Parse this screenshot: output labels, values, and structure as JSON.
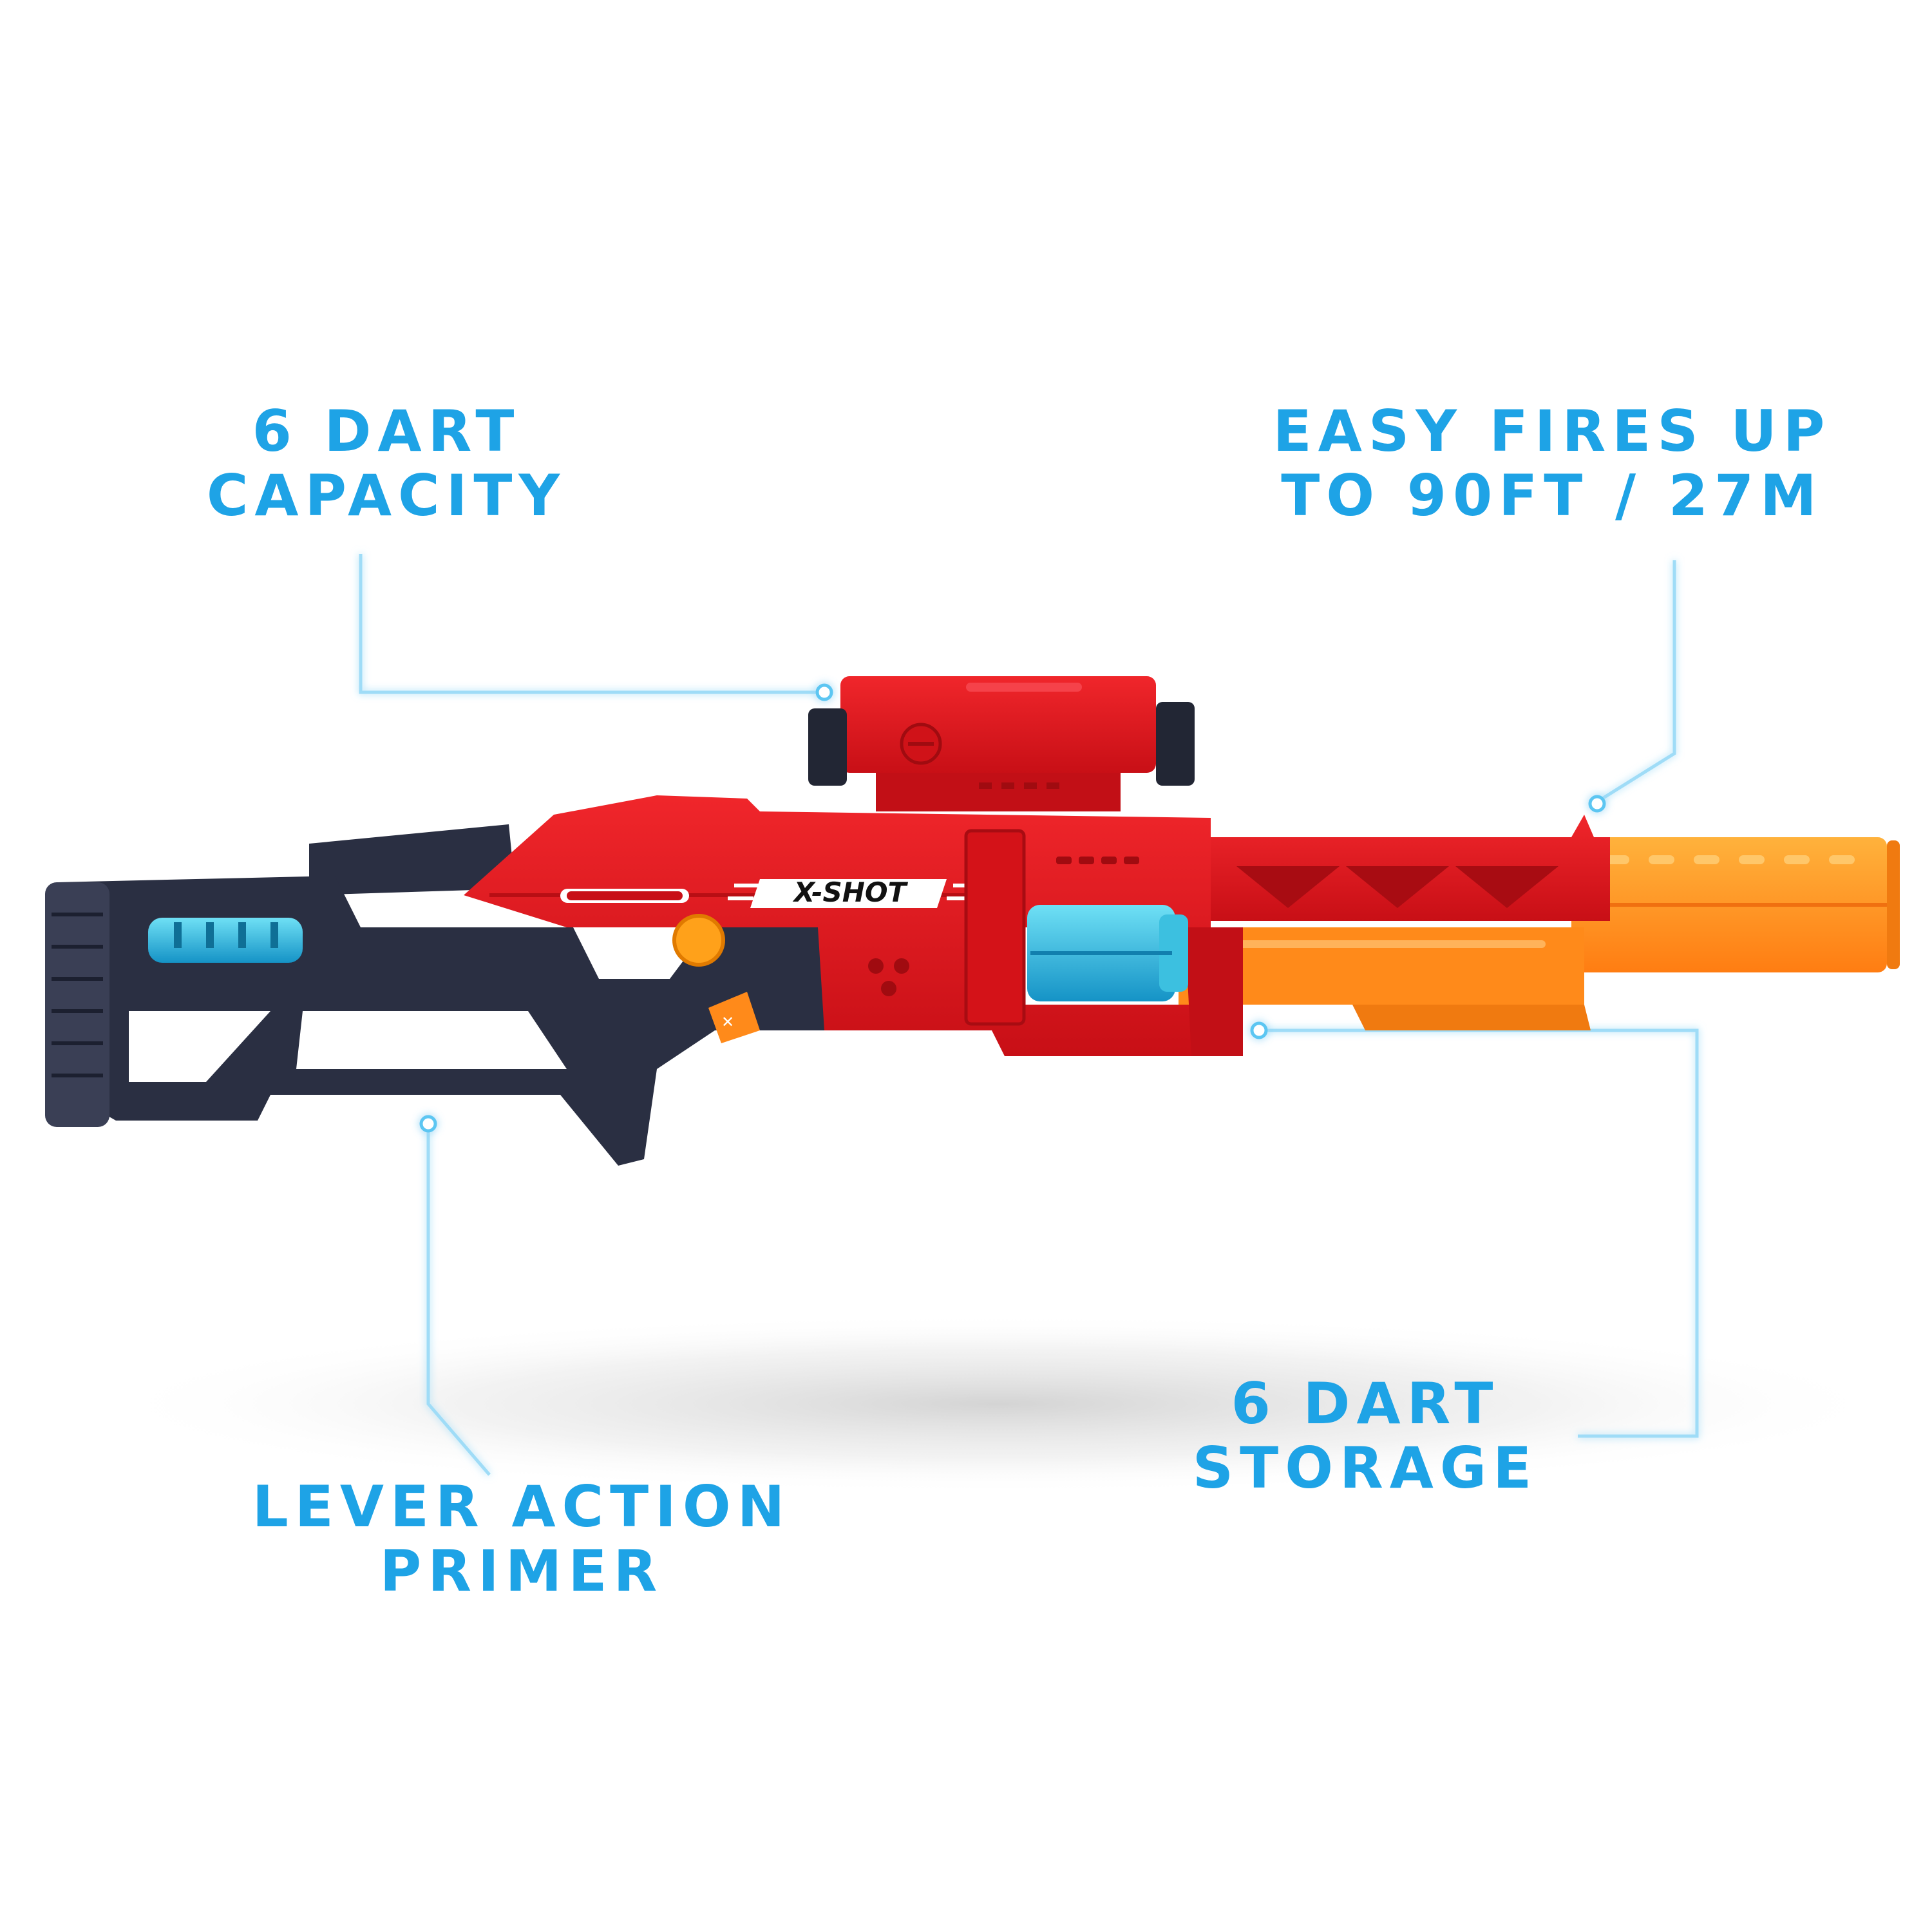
{
  "callouts": {
    "capacity": {
      "line1": "6 DART",
      "line2": "CAPACITY"
    },
    "range": {
      "line1": "EASY FIRES UP",
      "line2": "TO 90FT / 27M"
    },
    "primer": {
      "line1": "LEVER ACTION",
      "line2": "PRIMER"
    },
    "storage": {
      "line1": "6 DART",
      "line2": "STORAGE"
    }
  },
  "brand_logo": "X-SHOT",
  "colors": {
    "callout_text": "#1ea3e6",
    "callout_line": "#9fdcf7",
    "body_red": "#e0141b",
    "stock_navy": "#2a2f42",
    "barrel_orange": "#ff9a1f",
    "accent_cyan": "#2ec5e6"
  }
}
